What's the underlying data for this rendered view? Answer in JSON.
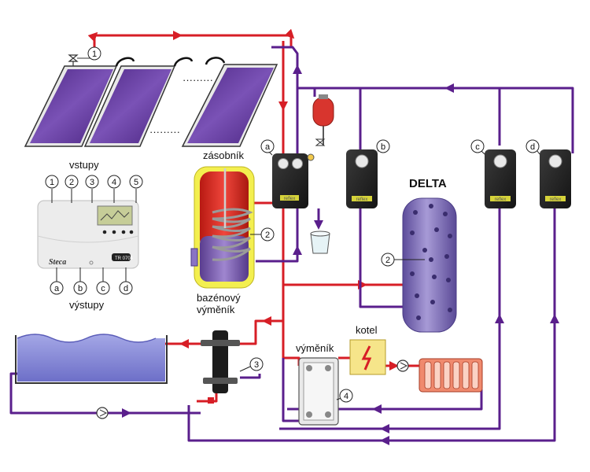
{
  "labels": {
    "inputs": "vstupy",
    "outputs": "výstupy",
    "storage": "zásobník",
    "pool_exchanger_line1": "bazénový",
    "pool_exchanger_line2": "výměník",
    "delta": "DELTA",
    "boiler": "kotel",
    "exchanger": "výměník"
  },
  "controller": {
    "brand": "Steca",
    "model": "TR 0704",
    "input_markers": [
      "1",
      "2",
      "3",
      "4",
      "5"
    ],
    "output_markers": [
      "a",
      "b",
      "c",
      "d"
    ]
  },
  "pump_station": {
    "brand": "reflex"
  },
  "markers": {
    "collector": "1",
    "coil": "2",
    "delta_sensor": "2",
    "pool_sensor": "3",
    "exchanger_sensor": "4",
    "station_a": "a",
    "station_b": "b",
    "station_c": "c",
    "station_d": "d"
  },
  "colors": {
    "supply_pipe": "#d71e26",
    "return_pipe": "#5a1f8c",
    "collector": "#6a3fa0",
    "tank": "#7d6fb8"
  }
}
